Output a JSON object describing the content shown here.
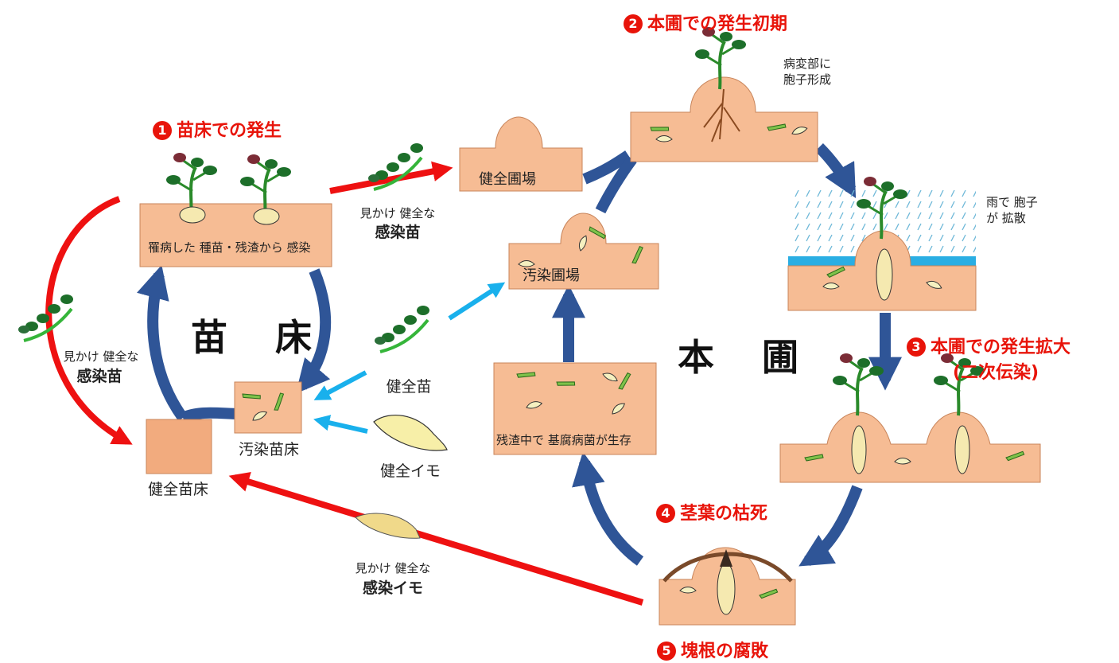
{
  "stages": {
    "s1": {
      "num": "1",
      "title": "苗床での発生"
    },
    "s2": {
      "num": "2",
      "title": "本圃での発生初期"
    },
    "s3": {
      "num": "3",
      "title": "本圃での発生拡大",
      "subtitle": "(二次伝染)"
    },
    "s4": {
      "num": "4",
      "title": "茎葉の枯死"
    },
    "s5": {
      "num": "5",
      "title": "塊根の腐敗"
    }
  },
  "areas": {
    "nursery": "苗 床",
    "field": "本 圃"
  },
  "boxes": {
    "infected_bed": "罹病した 種苗・残渣から 感染",
    "healthy_field": "健全圃場",
    "contaminated_field": "汚染圃場",
    "residue": "残渣中で 基腐病菌が生存"
  },
  "labels": {
    "apparent_top": "見かけ 健全な",
    "apparent_top_bold": "感染苗",
    "apparent_left": "見かけ 健全な",
    "apparent_left_bold": "感染苗",
    "apparent_bottom": "見かけ 健全な",
    "apparent_bottom_bold": "感染イモ",
    "contaminated_bed": "汚染苗床",
    "healthy_bed": "健全苗床",
    "healthy_seedling": "健全苗",
    "healthy_tuber": "健全イモ",
    "spores_formed": [
      "病変部に",
      "胞子形成"
    ],
    "rain_spread": [
      "雨で 胞子",
      "が 拡散"
    ]
  },
  "colors": {
    "red_arrow": "#ee1111",
    "blue_arrow": "#2f5597",
    "cyan_arrow": "#19b0ec",
    "soil": "#f6bc94",
    "soil_dark": "#e8a77e",
    "title_red": "#e8140a"
  }
}
